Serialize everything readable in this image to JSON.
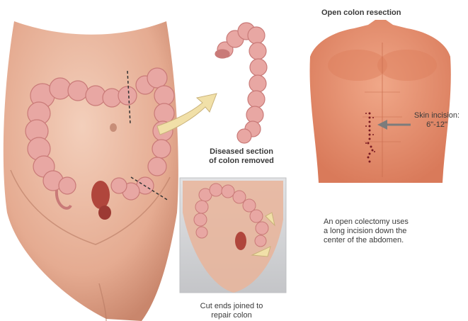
{
  "figure": {
    "title": "Open colon resection",
    "labels": {
      "diseased_line1": "Diseased section",
      "diseased_line2": "of colon removed",
      "cut_line1": "Cut ends joined to",
      "cut_line2": "repair colon",
      "skin_line1": "Skin incision:",
      "skin_line2": "6\"-12\""
    },
    "description": {
      "line1": "An open colectomy uses",
      "line2": "a long incision down the",
      "line3": "center of the abdomen."
    }
  },
  "colors": {
    "skin": "#e9b49a",
    "skin_shadow": "#c98e76",
    "torso": "#e58f6f",
    "colon": "#e8a7a3",
    "colon_shade": "#c97a78",
    "rectum": "#b0463c",
    "arrow": "#f1e0a8",
    "arrow_stroke": "#c9b27a",
    "incision": "#7a1a22",
    "pointer": "#7c7c7c",
    "inset_bg": "#d3d4d6"
  }
}
